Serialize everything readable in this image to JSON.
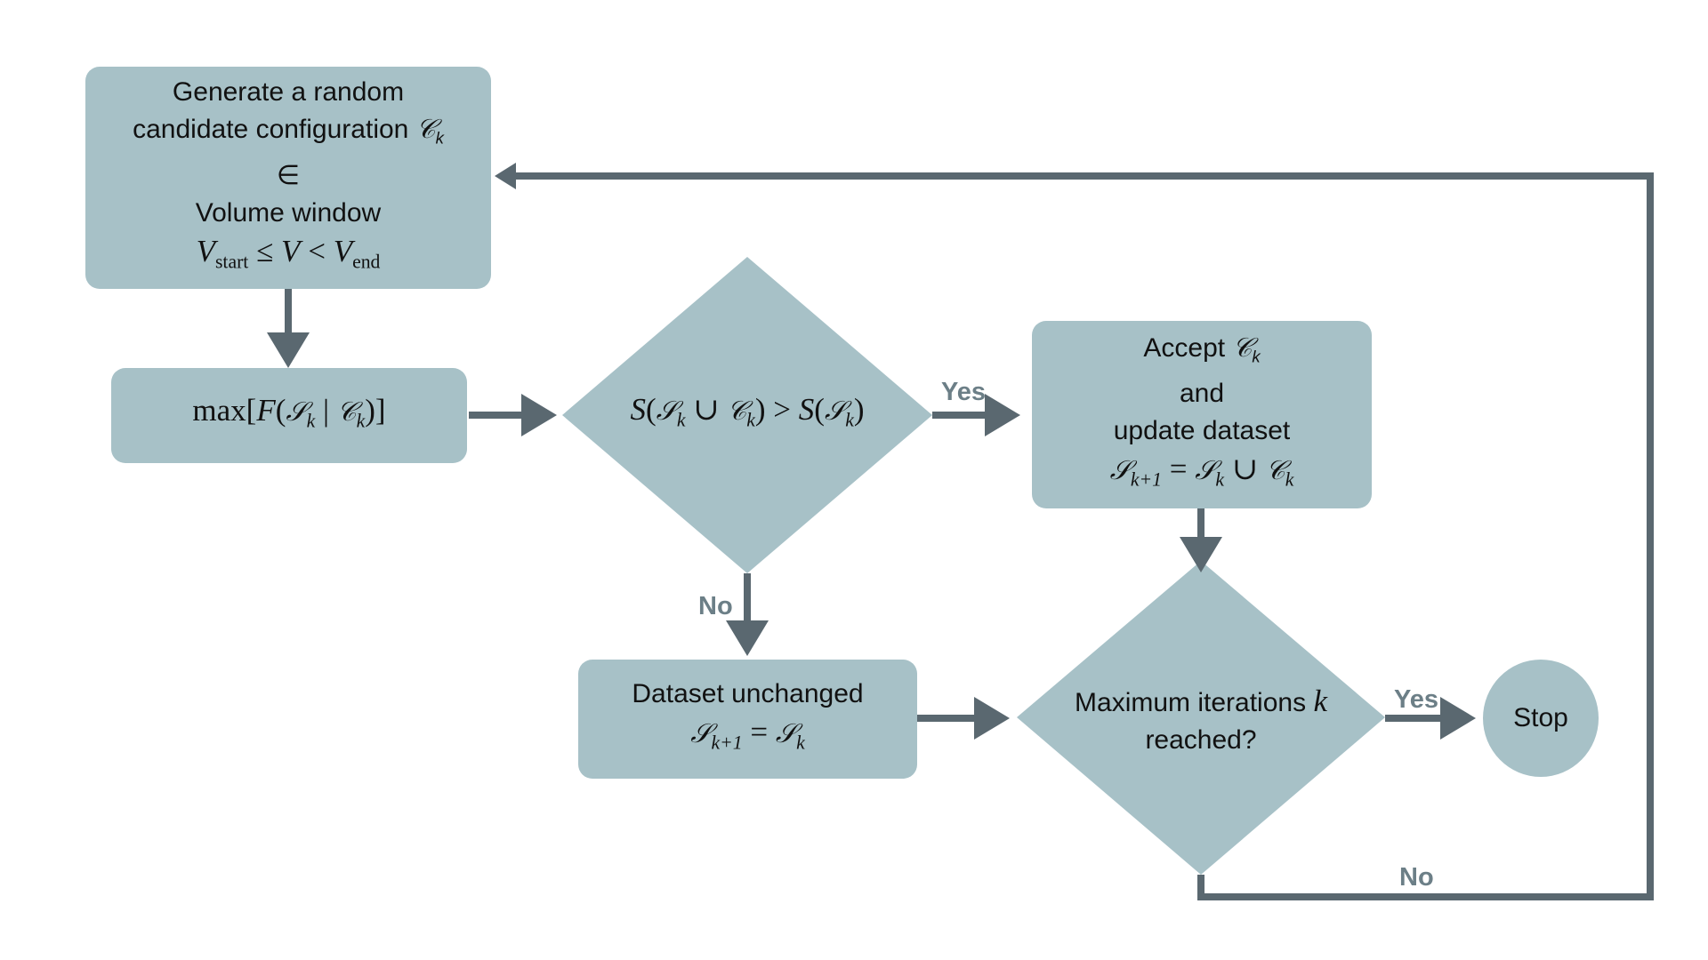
{
  "colors": {
    "node_fill": "#a7c1c7",
    "arrow": "#5a6870",
    "edge_label": "#6c7f87",
    "text": "#111111",
    "background": "#ffffff"
  },
  "nodes": {
    "generate": {
      "line1": "Generate a random",
      "line2_text": "candidate configuration",
      "line2_symbol": "𝒞",
      "line2_sub": "k",
      "line3": "∈",
      "line4": "Volume window",
      "math": {
        "v1": "V",
        "v1_sub": "start",
        "leq": "≤",
        "v2": "V",
        "lt": "<",
        "v3": "V",
        "v3_sub": "end"
      }
    },
    "maximize": {
      "func": "max[",
      "F": "F",
      "open": "(",
      "S": "𝒮",
      "S_sub": "k",
      "bar": "|",
      "C": "𝒞",
      "C_sub": "k",
      "close": ")]"
    },
    "decision1": {
      "S1": "S",
      "open1": "(",
      "setS": "𝒮",
      "setS_sub": "k",
      "union": "∪",
      "setC": "𝒞",
      "setC_sub": "k",
      "close1": ")",
      "gt": ">",
      "S2": "S",
      "open2": "(",
      "setS2": "𝒮",
      "setS2_sub": "k",
      "close2": ")"
    },
    "accept": {
      "line1_text": "Accept",
      "line1_symbol": "𝒞",
      "line1_sub": "k",
      "line2": "and",
      "line3": "update dataset",
      "math": {
        "s1": "𝒮",
        "s1_sub": "k+1",
        "eq": "=",
        "s2": "𝒮",
        "s2_sub": "k",
        "union": "∪",
        "c": "𝒞",
        "c_sub": "k"
      }
    },
    "unchanged": {
      "line1": "Dataset unchanged",
      "math": {
        "s1": "𝒮",
        "s1_sub": "k+1",
        "eq": "=",
        "s2": "𝒮",
        "s2_sub": "k"
      }
    },
    "decision2": {
      "line1_text": "Maximum iterations",
      "line1_var": "k",
      "line2": "reached?"
    },
    "stop": {
      "label": "Stop"
    }
  },
  "edge_labels": {
    "yes1": "Yes",
    "no1": "No",
    "yes2": "Yes",
    "no2": "No"
  }
}
